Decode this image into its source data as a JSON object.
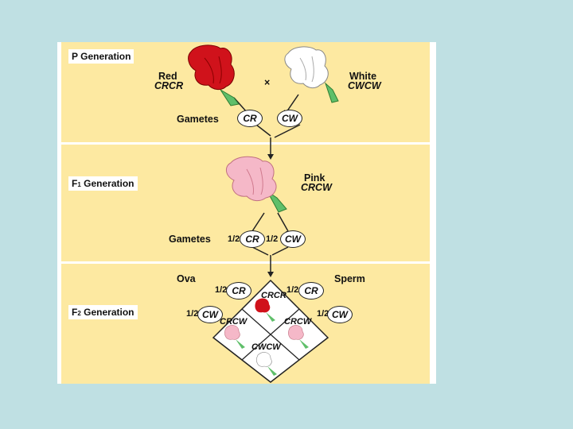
{
  "p_generation": {
    "title": "P Generation",
    "red_name": "Red",
    "red_genotype": "CRCR",
    "white_name": "White",
    "white_genotype": "CWCW",
    "cross_symbol": "×",
    "gametes_label": "Gametes",
    "gamete_left": "CR",
    "gamete_right": "CW"
  },
  "f1_generation": {
    "title_main": "F",
    "title_sub": "1",
    "title_rest": "Generation",
    "pink_name": "Pink",
    "pink_genotype": "CRCW",
    "gametes_label": "Gametes",
    "gamete_left_frac": "1/2",
    "gamete_left": "CR",
    "gamete_right_frac": "1/2",
    "gamete_right": "CW"
  },
  "f2_generation": {
    "title_main": "F",
    "title_sub": "2",
    "title_rest": "Generation",
    "ova_label": "Ova",
    "sperm_label": "Sperm",
    "ova_top_frac": "1/2",
    "ova_top": "CR",
    "ova_bottom_frac": "1/2",
    "ova_bottom": "CW",
    "sperm_top_frac": "1/2",
    "sperm_top": "CR",
    "sperm_bottom_frac": "1/2",
    "sperm_bottom": "CW",
    "cell_top": "CRCR",
    "cell_left": "CRCW",
    "cell_right": "CRCW",
    "cell_bottom": "CWCW"
  },
  "colors": {
    "red_flower": "#d0121b",
    "white_flower": "#ffffff",
    "pink_flower": "#f5b8c8",
    "stem": "#5fbf6a",
    "panel": "#fde9a1",
    "background": "#bfe0e3"
  }
}
